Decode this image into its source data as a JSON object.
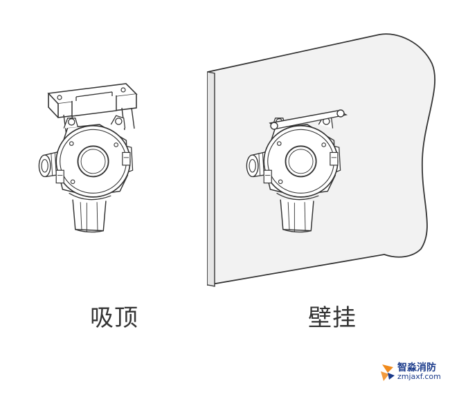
{
  "captions": {
    "ceiling_mount": "吸顶",
    "wall_mount": "壁挂"
  },
  "watermark": {
    "brand": "智淼消防",
    "url": "zmjaxf.com"
  },
  "colors": {
    "line": "#333333",
    "panel_fill": "#f2f2f2",
    "detector_fill": "#ffffff",
    "logo_orange": "#f08a1c",
    "logo_blue": "#1a3a8a"
  },
  "icons": [
    "ceiling-bracket-icon",
    "gas-detector-icon",
    "wall-panel-icon",
    "zm-logo-icon"
  ]
}
